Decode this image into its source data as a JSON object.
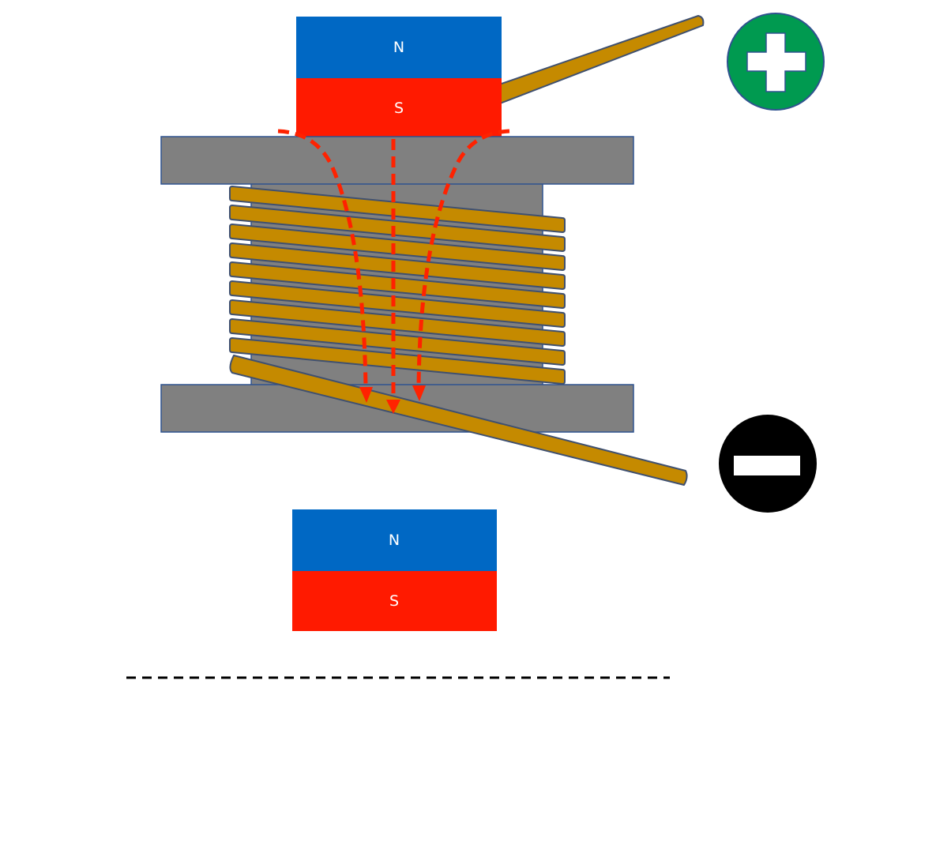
{
  "diagram": {
    "title": "",
    "colors": {
      "north": "#0068c4",
      "south": "#ff1a00",
      "core": "#808080",
      "core_outline": "#2f528f",
      "wire": "#c58a00",
      "wire_outline": "#3f5070",
      "field_line": "#ff2200",
      "positive_terminal": "#009a50",
      "negative_terminal": "#000000",
      "ground_line": "#000000"
    },
    "top_magnet": {
      "north_label": "N",
      "south_label": "S"
    },
    "bottom_magnet": {
      "north_label": "N",
      "south_label": "S"
    },
    "coil": {
      "turns": 9
    },
    "terminals": {
      "positive": {
        "label": "positive-terminal",
        "symbol": "+"
      },
      "negative": {
        "label": "negative-terminal",
        "symbol": "−"
      }
    },
    "field_lines": {
      "count": 3,
      "direction": "down"
    }
  }
}
